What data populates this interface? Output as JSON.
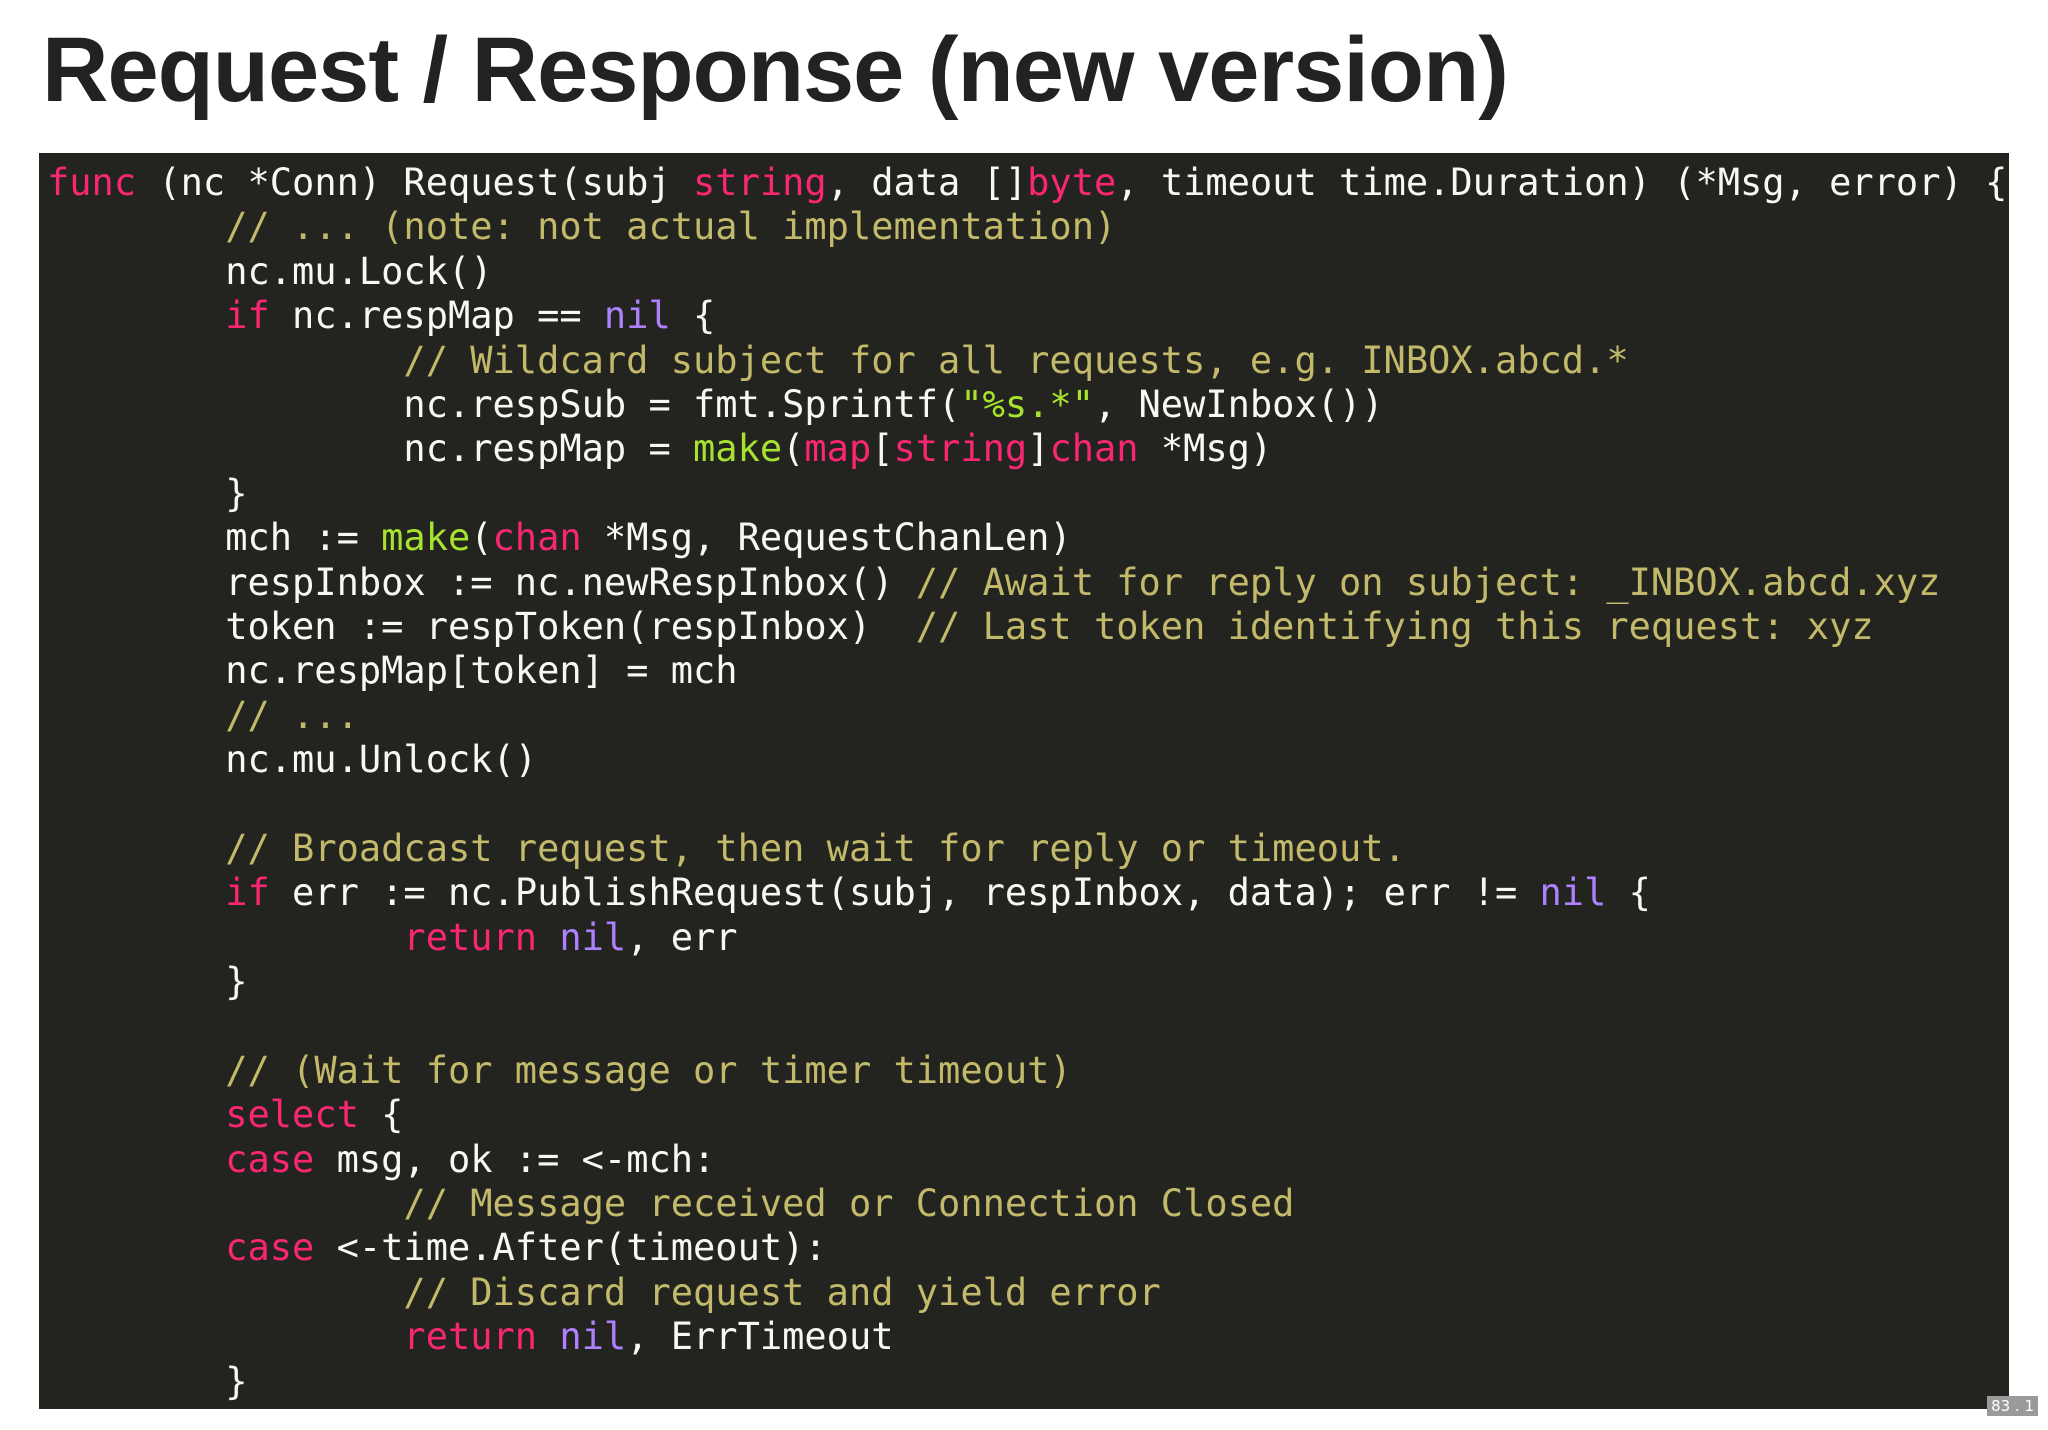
{
  "title": "Request / Response (new version)",
  "slide_number": "83 . 1",
  "colors": {
    "background": "#ffffff",
    "code_background": "#23241f",
    "plain": "#f8f8f2",
    "keyword": "#f92672",
    "comment": "#c2b96a",
    "string": "#a6e22e",
    "builtin": "#a6e22e",
    "constant": "#ae81ff"
  },
  "code": {
    "language": "go",
    "lines": [
      [
        [
          "kw",
          "func"
        ],
        [
          "pl",
          " (nc *Conn) Request(subj "
        ],
        [
          "kw",
          "string"
        ],
        [
          "pl",
          ", data []"
        ],
        [
          "kw",
          "byte"
        ],
        [
          "pl",
          ", timeout time.Duration) (*Msg, error) {"
        ]
      ],
      [
        [
          "pl",
          "        "
        ],
        [
          "cm",
          "// ... (note: not actual implementation)"
        ]
      ],
      [
        [
          "pl",
          "        nc.mu.Lock()"
        ]
      ],
      [
        [
          "pl",
          "        "
        ],
        [
          "kw",
          "if"
        ],
        [
          "pl",
          " nc.respMap == "
        ],
        [
          "const",
          "nil"
        ],
        [
          "pl",
          " {"
        ]
      ],
      [
        [
          "pl",
          "                "
        ],
        [
          "cm",
          "// Wildcard subject for all requests, e.g. INBOX.abcd.*"
        ]
      ],
      [
        [
          "pl",
          "                nc.respSub = fmt.Sprintf("
        ],
        [
          "str",
          "\"%s.*\""
        ],
        [
          "pl",
          ", NewInbox())"
        ]
      ],
      [
        [
          "pl",
          "                nc.respMap = "
        ],
        [
          "fn",
          "make"
        ],
        [
          "pl",
          "("
        ],
        [
          "kw",
          "map"
        ],
        [
          "pl",
          "["
        ],
        [
          "kw",
          "string"
        ],
        [
          "pl",
          "]"
        ],
        [
          "kw",
          "chan"
        ],
        [
          "pl",
          " *Msg)"
        ]
      ],
      [
        [
          "pl",
          "        }"
        ]
      ],
      [
        [
          "pl",
          "        mch := "
        ],
        [
          "fn",
          "make"
        ],
        [
          "pl",
          "("
        ],
        [
          "kw",
          "chan"
        ],
        [
          "pl",
          " *Msg, RequestChanLen)"
        ]
      ],
      [
        [
          "pl",
          "        respInbox := nc.newRespInbox() "
        ],
        [
          "cm",
          "// Await for reply on subject: _INBOX.abcd.xyz"
        ]
      ],
      [
        [
          "pl",
          "        token := respToken(respInbox)  "
        ],
        [
          "cm",
          "// Last token identifying this request: xyz"
        ]
      ],
      [
        [
          "pl",
          "        nc.respMap[token] = mch"
        ]
      ],
      [
        [
          "pl",
          "        "
        ],
        [
          "cm",
          "// ..."
        ]
      ],
      [
        [
          "pl",
          "        nc.mu.Unlock()"
        ]
      ],
      [
        [
          "pl",
          ""
        ]
      ],
      [
        [
          "pl",
          "        "
        ],
        [
          "cm",
          "// Broadcast request, then wait for reply or timeout."
        ]
      ],
      [
        [
          "pl",
          "        "
        ],
        [
          "kw",
          "if"
        ],
        [
          "pl",
          " err := nc.PublishRequest(subj, respInbox, data); err != "
        ],
        [
          "const",
          "nil"
        ],
        [
          "pl",
          " {"
        ]
      ],
      [
        [
          "pl",
          "                "
        ],
        [
          "kw",
          "return"
        ],
        [
          "pl",
          " "
        ],
        [
          "const",
          "nil"
        ],
        [
          "pl",
          ", err"
        ]
      ],
      [
        [
          "pl",
          "        }"
        ]
      ],
      [
        [
          "pl",
          ""
        ]
      ],
      [
        [
          "pl",
          "        "
        ],
        [
          "cm",
          "// (Wait for message or timer timeout)"
        ]
      ],
      [
        [
          "pl",
          "        "
        ],
        [
          "kw",
          "select"
        ],
        [
          "pl",
          " {"
        ]
      ],
      [
        [
          "pl",
          "        "
        ],
        [
          "kw",
          "case"
        ],
        [
          "pl",
          " msg, ok := <-mch:"
        ]
      ],
      [
        [
          "pl",
          "                "
        ],
        [
          "cm",
          "// Message received or Connection Closed"
        ]
      ],
      [
        [
          "pl",
          "        "
        ],
        [
          "kw",
          "case"
        ],
        [
          "pl",
          " <-time.After(timeout):"
        ]
      ],
      [
        [
          "pl",
          "                "
        ],
        [
          "cm",
          "// Discard request and yield error"
        ]
      ],
      [
        [
          "pl",
          "                "
        ],
        [
          "kw",
          "return"
        ],
        [
          "pl",
          " "
        ],
        [
          "const",
          "nil"
        ],
        [
          "pl",
          ", ErrTimeout"
        ]
      ],
      [
        [
          "pl",
          "        }"
        ]
      ]
    ]
  }
}
